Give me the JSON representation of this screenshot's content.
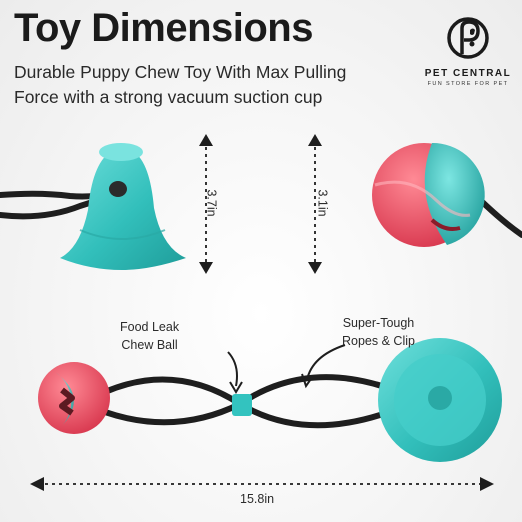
{
  "header": {
    "title": "Toy Dimensions",
    "subtitle": "Durable Puppy Chew Toy With Max Pulling Force with a strong vacuum suction cup"
  },
  "logo": {
    "brand": "PET CENTRAL",
    "tagline": "FUN STORE FOR PET"
  },
  "dimensions": {
    "suction_cup_height": "3.7in",
    "ball_diameter": "3.1in",
    "total_length": "15.8in"
  },
  "callouts": {
    "ball_line1": "Food Leak",
    "ball_line2": "Chew Ball",
    "rope_line1": "Super-Tough",
    "rope_line2": "Ropes & Clip"
  },
  "colors": {
    "teal": "#3cc8c4",
    "pink": "#e8586b",
    "rope": "#1e1e1e"
  }
}
